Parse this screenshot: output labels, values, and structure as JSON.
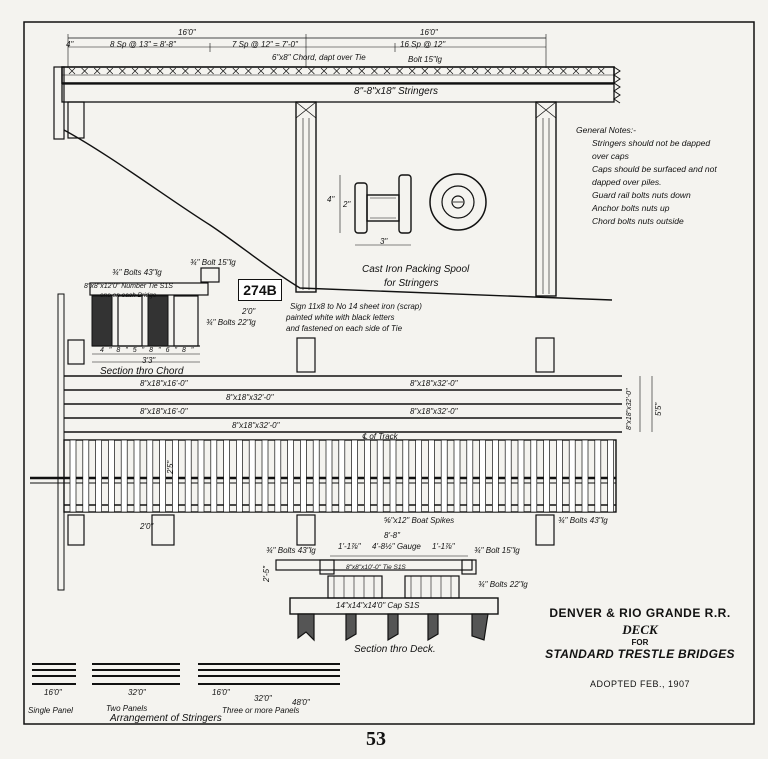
{
  "general_notes": {
    "heading": "General Notes:-",
    "items": [
      "Stringers should not be dapped",
      "over caps",
      "Caps should be surfaced and not",
      "dapped over piles.",
      "Guard rail bolts nuts down",
      "Anchor bolts nuts up",
      "Chord bolts nuts outside"
    ]
  },
  "dimensions": {
    "span_left": "16'0\"",
    "span_right": "16'0\"",
    "sp_a": "8 Sp @ 13\" = 8'-8\"",
    "sp_b": "7 Sp @ 12\" = 7'-0\"",
    "sp_c": "16 Sp @ 12\"",
    "edge": "4\"",
    "chord_note": "6\"x8\" Chord, dapt over Tie",
    "bolt_top": "Bolt 15\"lg",
    "stringers": "8\"-8\"x18\" Stringers"
  },
  "spool": {
    "title_1": "Cast Iron Packing Spool",
    "title_2": "for Stringers",
    "dim_h": "4\"",
    "dim_w": "2\"",
    "dim_base": "3\""
  },
  "chord_section": {
    "bolt_1": "¾\" Bolt 15\"lg",
    "bolt_2": "¾\" Bolts 43\"lg",
    "tie_note": "8\"x8\"x12'0\" Number Tie S1S",
    "tie_note_2": "one on each Bridge",
    "bolt_3": "¾\" Bolts 22\"lg",
    "dims": [
      "4\"",
      "8\"",
      "5\"",
      "8\"",
      "6\"",
      "8\""
    ],
    "total": "3'3\"",
    "caption": "Section thro Chord"
  },
  "sign": {
    "number": "274B",
    "note_1": "Sign 11x8 to No 14 sheet iron (scrap)",
    "note_2": "painted white with black letters",
    "note_3": "and fastened on each side of Tie",
    "dim": "2'0\""
  },
  "plan": {
    "str_1": "8\"x18\"x16'-0\"",
    "str_2": "8\"x18\"x32'-0\"",
    "str_3": "8\"x18\"x32'-0\"",
    "str_4": "8\"x18\"x16'-0\"",
    "str_5": "8\"x18\"x32'-0\"",
    "str_6": "8\"x18\"x32'-0\"",
    "str_7": "8\"x18\"x32'-0\"",
    "track": "℄ of Track",
    "spikes": "⅝\"x12\" Boat Spikes",
    "bolts": "¾\" Bolts 43\"lg",
    "dim_left": "2'0\"",
    "dim_a": "2'5\"",
    "total_w": "5'5\""
  },
  "deck_section": {
    "top": "8'-8\"",
    "d1": "1'-1⅞\"",
    "gauge": "4'-8½\" Gauge",
    "d2": "1'-1⅞\"",
    "tie": "8\"x8\"x10'-0\" Tie S1S",
    "bolt_l": "¾\" Bolts 43\"lg",
    "bolt_r": "¾\" Bolt 15\"lg",
    "bolt_22": "¾\" Bolts 22\"lg",
    "cap": "14\"x14\"x14'0\" Cap S1S",
    "height": "2'-5\"",
    "caption": "Section thro Deck."
  },
  "arrangement": {
    "single_dim": "16'0\"",
    "single": "Single Panel",
    "two_dim": "32'0\"",
    "two": "Two Panels",
    "three_a": "16'0\"",
    "three_b": "32'0\"",
    "three_c": "48'0\"",
    "three": "Three or more Panels",
    "caption": "Arrangement of Stringers"
  },
  "title_block": {
    "line1": "DENVER & RIO GRANDE R.R.",
    "line2": "DECK",
    "line3": "FOR",
    "line4": "STANDARD TRESTLE BRIDGES",
    "adopted": "ADOPTED FEB., 1907"
  },
  "page_number": "53"
}
